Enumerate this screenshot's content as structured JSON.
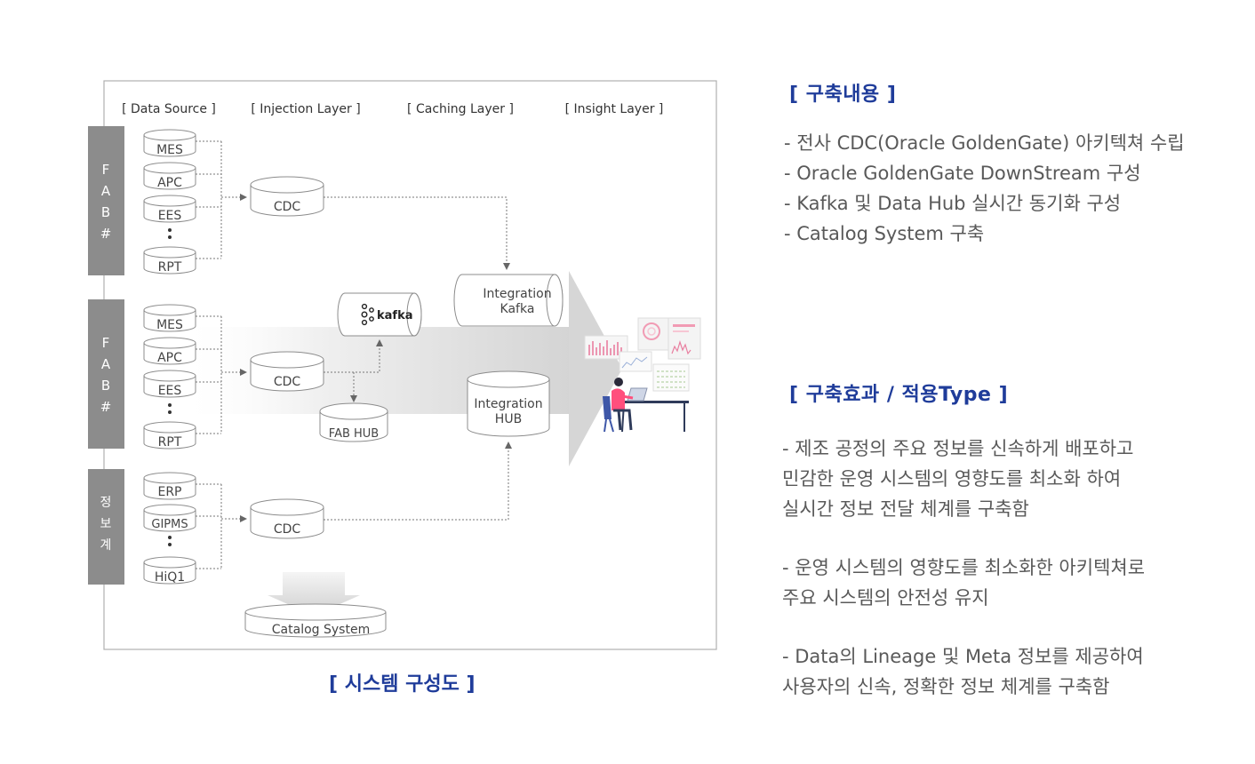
{
  "diagram": {
    "layers": {
      "data_source": "[ Data Source ]",
      "injection": "[ Injection Layer ]",
      "caching": "[ Caching Layer ]",
      "insight": "[ Insight Layer ]"
    },
    "groups": [
      {
        "label_chars": [
          "F",
          "A",
          "B",
          "#"
        ],
        "sources": [
          "MES",
          "APC",
          "EES",
          "RPT"
        ],
        "cdc": "CDC"
      },
      {
        "label_chars": [
          "F",
          "A",
          "B",
          "#"
        ],
        "sources": [
          "MES",
          "APC",
          "EES",
          "RPT"
        ],
        "cdc": "CDC"
      },
      {
        "label_chars": [
          "정",
          "보",
          "계"
        ],
        "sources": [
          "ERP",
          "GIPMS",
          "HiQ1"
        ],
        "cdc": "CDC"
      }
    ],
    "kafka": "kafka",
    "fab_hub": "FAB HUB",
    "integration_kafka": [
      "Integration",
      "Kafka"
    ],
    "integration_hub": [
      "Integration",
      "HUB"
    ],
    "catalog": "Catalog System",
    "caption": "[ 시스템 구성도 ]"
  },
  "build_content": {
    "title": "[ 구축내용 ]",
    "items": [
      "- 전사 CDC(Oracle GoldenGate) 아키텍쳐 수립",
      "- Oracle GoldenGate DownStream 구성",
      "- Kafka 및 Data Hub 실시간 동기화 구성",
      "- Catalog System 구축"
    ]
  },
  "effects": {
    "title": "[ 구축효과 / 적용Type ]",
    "paragraphs": [
      [
        "- 제조 공정의 주요 정보를 신속하게 배포하고",
        "민감한 운영 시스템의 영향도를 최소화 하여",
        "실시간 정보 전달 체계를 구축함"
      ],
      [
        "- 운영 시스템의 영향도를 최소화한 아키텍쳐로",
        "주요 시스템의 안전성 유지"
      ],
      [
        "- Data의 Lineage 및 Meta 정보를 제공하여",
        "사용자의 신속, 정확한 정보 체계를 구축함"
      ]
    ]
  },
  "colors": {
    "accent": "#1f3c9a",
    "side_label": "#8c8c8c",
    "arrow": "#d9d9d9"
  }
}
